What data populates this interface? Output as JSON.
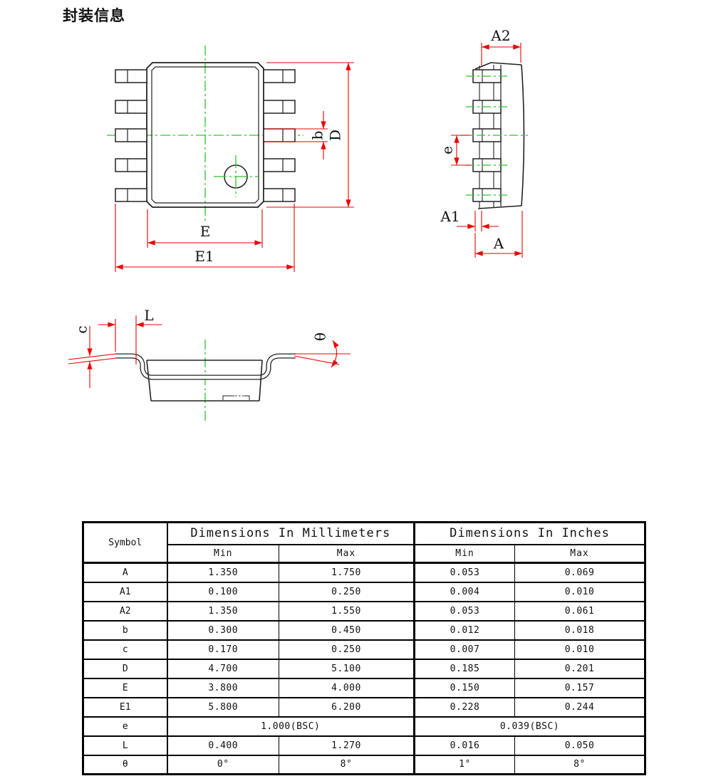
{
  "page": {
    "heading": "封装信息"
  },
  "drawing": {
    "colors": {
      "dimension": "#ee0000",
      "centerline": "#2cc42c",
      "outline": "#222222"
    },
    "top_view": {
      "label_b": "b",
      "label_D": "D",
      "label_E": "E",
      "label_E1": "E1"
    },
    "side_view": {
      "label_A2": "A2",
      "label_e": "e",
      "label_A1": "A1",
      "label_A": "A"
    },
    "profile_view": {
      "label_c": "c",
      "label_L": "L",
      "label_theta": "θ"
    }
  },
  "table": {
    "header": {
      "symbol": "Symbol",
      "group_mm": "Dimensions In Millimeters",
      "group_inch": "Dimensions In Inches",
      "min": "Min",
      "max": "Max"
    },
    "rows": [
      {
        "symbol": "A",
        "mm_min": "1.350",
        "mm_max": "1.750",
        "in_min": "0.053",
        "in_max": "0.069"
      },
      {
        "symbol": "A1",
        "mm_min": "0.100",
        "mm_max": "0.250",
        "in_min": "0.004",
        "in_max": "0.010"
      },
      {
        "symbol": "A2",
        "mm_min": "1.350",
        "mm_max": "1.550",
        "in_min": "0.053",
        "in_max": "0.061"
      },
      {
        "symbol": "b",
        "mm_min": "0.300",
        "mm_max": "0.450",
        "in_min": "0.012",
        "in_max": "0.018"
      },
      {
        "symbol": "c",
        "mm_min": "0.170",
        "mm_max": "0.250",
        "in_min": "0.007",
        "in_max": "0.010"
      },
      {
        "symbol": "D",
        "mm_min": "4.700",
        "mm_max": "5.100",
        "in_min": "0.185",
        "in_max": "0.201"
      },
      {
        "symbol": "E",
        "mm_min": "3.800",
        "mm_max": "4.000",
        "in_min": "0.150",
        "in_max": "0.157"
      },
      {
        "symbol": "E1",
        "mm_min": "5.800",
        "mm_max": "6.200",
        "in_min": "0.228",
        "in_max": "0.244"
      },
      {
        "symbol": "e",
        "mm_span": "1.000(BSC)",
        "in_span": "0.039(BSC)"
      },
      {
        "symbol": "L",
        "mm_min": "0.400",
        "mm_max": "1.270",
        "in_min": "0.016",
        "in_max": "0.050"
      },
      {
        "symbol": "θ",
        "mm_min": "0°",
        "mm_max": "8°",
        "in_min": "1°",
        "in_max": "8°"
      }
    ]
  }
}
